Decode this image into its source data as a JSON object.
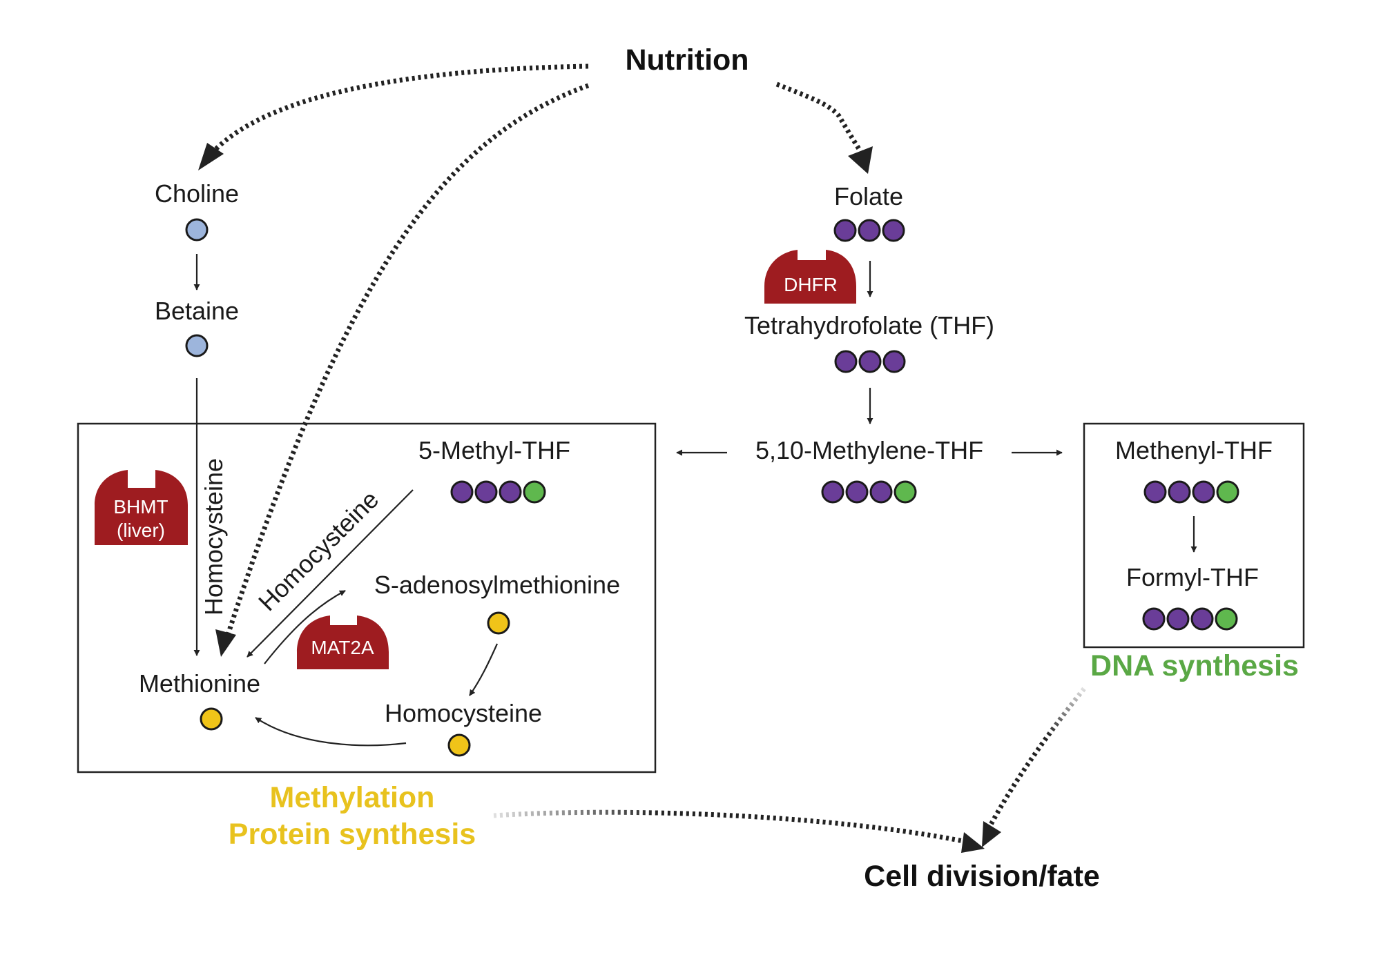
{
  "nodes": {
    "nutrition": "Nutrition",
    "choline": "Choline",
    "betaine": "Betaine",
    "folate": "Folate",
    "thf": "Tetrahydrofolate (THF)",
    "methylene_thf": "5,10-Methylene-THF",
    "methyl_thf": "5-Methyl-THF",
    "sam": "S-adenosylmethionine",
    "homocysteine": "Homocysteine",
    "methionine": "Methionine",
    "methenyl_thf": "Methenyl-THF",
    "formyl_thf": "Formyl-THF",
    "cell_division": "Cell division/fate"
  },
  "edge_labels": {
    "homocysteine_vertical": "Homocysteine",
    "homocysteine_diagonal": "Homocysteine"
  },
  "enzymes": {
    "dhfr": "DHFR",
    "bhmt_line1": "BHMT",
    "bhmt_line2": "(liver)",
    "mat2a": "MAT2A"
  },
  "outcomes": {
    "methylation": "Methylation",
    "protein_synthesis": "Protein synthesis",
    "dna_synthesis": "DNA synthesis"
  },
  "colors": {
    "enzyme": "#9e1c20",
    "choline_dot": "#9db5dc",
    "folate_dot": "#6a3d98",
    "carbon_dot": "#5fb84e",
    "methionine_dot": "#f0c419",
    "methylation_text": "#e8c21e",
    "dna_text": "#5aa845"
  },
  "icons": [
    "enzyme-receptor-icon",
    "molecule-dot-icon",
    "arrow-icon",
    "dotted-arrow-icon"
  ]
}
